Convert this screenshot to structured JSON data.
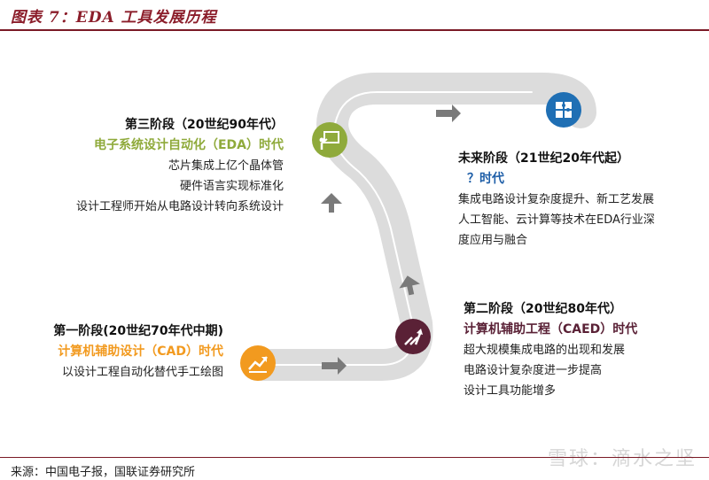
{
  "title": "图表 7：EDA 工具发展历程",
  "source": "来源：中国电子报，国联证券研究所",
  "watermark": "雪球：滴水之坚",
  "colors": {
    "title": "#8b1d2a",
    "orange": "#f29a1f",
    "green": "#8faa3b",
    "maroon": "#5a2136",
    "blue": "#1f6fb4",
    "accent_blue": "#1f5fa8"
  },
  "stages": [
    {
      "heading": "第一阶段(20世纪70年代中期)",
      "subheading": "计算机辅助设计（CAD）时代",
      "lines": [
        "以设计工程自动化替代手工绘图"
      ],
      "icon": "trend-up-icon"
    },
    {
      "heading": "第二阶段（20世纪80年代）",
      "subheading": "计算机辅助工程（CAED）时代",
      "lines": [
        "超大规模集成电路的出现和发展",
        "电路设计复杂度进一步提高",
        "设计工具功能增多"
      ],
      "icon": "arrows-up-icon"
    },
    {
      "heading": "第三阶段（20世纪90年代）",
      "subheading": "电子系统设计自动化（EDA）时代",
      "lines": [
        "芯片集成上亿个晶体管",
        "硬件语言实现标准化",
        "设计工程师开始从电路设计转向系统设计"
      ],
      "icon": "presentation-icon"
    },
    {
      "heading": "未来阶段（21世纪20年代起）",
      "subheading": "？时代",
      "lines": [
        "集成电路设计复杂度提升、新工艺发展",
        "人工智能、云计算等技术在EDA行业深",
        "度应用与融合"
      ],
      "icon": "puzzle-icon"
    }
  ]
}
